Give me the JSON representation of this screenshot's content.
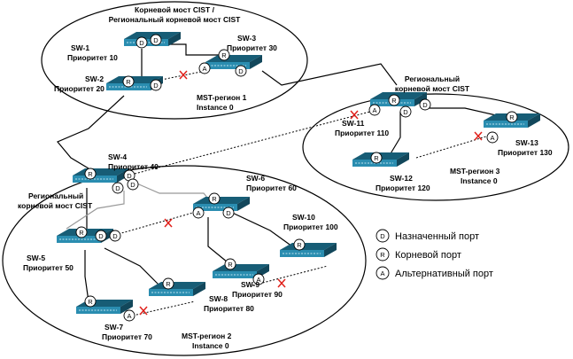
{
  "regions": {
    "r1": {
      "title1": "Корневой мост CIST /",
      "title2": "Региональный корневой мост CIST",
      "name": "MST-регион 1",
      "instance": "Instance 0"
    },
    "r2": {
      "name": "MST-регион 2",
      "instance": "Instance 0",
      "root1": "Региональный",
      "root2": "корневой мост CIST"
    },
    "r3": {
      "name": "MST-регион 3",
      "instance": "Instance 0",
      "root1": "Региональный",
      "root2": "корневой мост CIST"
    }
  },
  "switches": {
    "sw1": {
      "name": "SW-1",
      "priority": "Приоритет 10"
    },
    "sw2": {
      "name": "SW-2",
      "priority": "Приоритет 20"
    },
    "sw3": {
      "name": "SW-3",
      "priority": "Приоритет 30"
    },
    "sw4": {
      "name": "SW-4",
      "priority": "Приоритет 40"
    },
    "sw5": {
      "name": "SW-5",
      "priority": "Приоритет 50"
    },
    "sw6": {
      "name": "SW-6",
      "priority": "Приоритет 60"
    },
    "sw7": {
      "name": "SW-7",
      "priority": "Приоритет 70"
    },
    "sw8": {
      "name": "SW-8",
      "priority": "Приоритет 80"
    },
    "sw9": {
      "name": "SW-9",
      "priority": "Приоритет 90"
    },
    "sw10": {
      "name": "SW-10",
      "priority": "Приоритет 100"
    },
    "sw11": {
      "name": "SW-11",
      "priority": "Приоритет 110"
    },
    "sw12": {
      "name": "SW-12",
      "priority": "Приоритет 120"
    },
    "sw13": {
      "name": "SW-13",
      "priority": "Приоритет 130"
    }
  },
  "port_letters": {
    "designated": "D",
    "root": "R",
    "alternate": "A"
  },
  "legend": {
    "designated": "Назначенный порт",
    "root": "Корневой порт",
    "alternate": "Альтернативный порт"
  },
  "colors": {
    "switch_top": "#1d6f8a",
    "switch_front": "#2a8db0",
    "blocked_x": "#e0201a",
    "line": "#000000",
    "ellipse": "#000000"
  }
}
